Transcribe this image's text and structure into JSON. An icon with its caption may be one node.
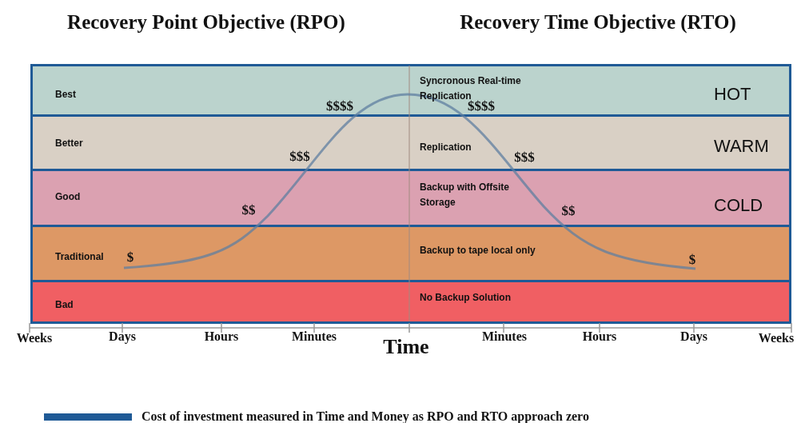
{
  "diagram": {
    "nodes": [
      {
        "text": [
          "Best",
          "Syncronous Real-time Replication",
          "HOT"
        ]
      },
      {
        "text": [
          "Better",
          "Replication",
          "WARM"
        ]
      },
      {
        "text": [
          "Good",
          "Backup with Offsite Storage",
          "COLD"
        ]
      },
      {
        "text": [
          "Traditional",
          "Backup to tape local only"
        ]
      },
      {
        "text": [
          "Bad",
          "No Backup Solution"
        ]
      }
    ],
    "edges": [],
    "labels": [
      "Recovery Point Objective (RPO)",
      "Recovery Time Objective (RTO)",
      "$$$$",
      "$$$$",
      "$$$",
      "$$$",
      "$$",
      "$$",
      "$",
      "$",
      "Weeks",
      "Days",
      "Hours",
      "Minutes",
      "Minutes",
      "Hours",
      "Days",
      "Weeks",
      "Time"
    ],
    "legend": [
      {
        "text": "Cost of investment measured in Time and Money as RPO and RTO approach zero",
        "color": "#1f5a96"
      }
    ]
  }
}
